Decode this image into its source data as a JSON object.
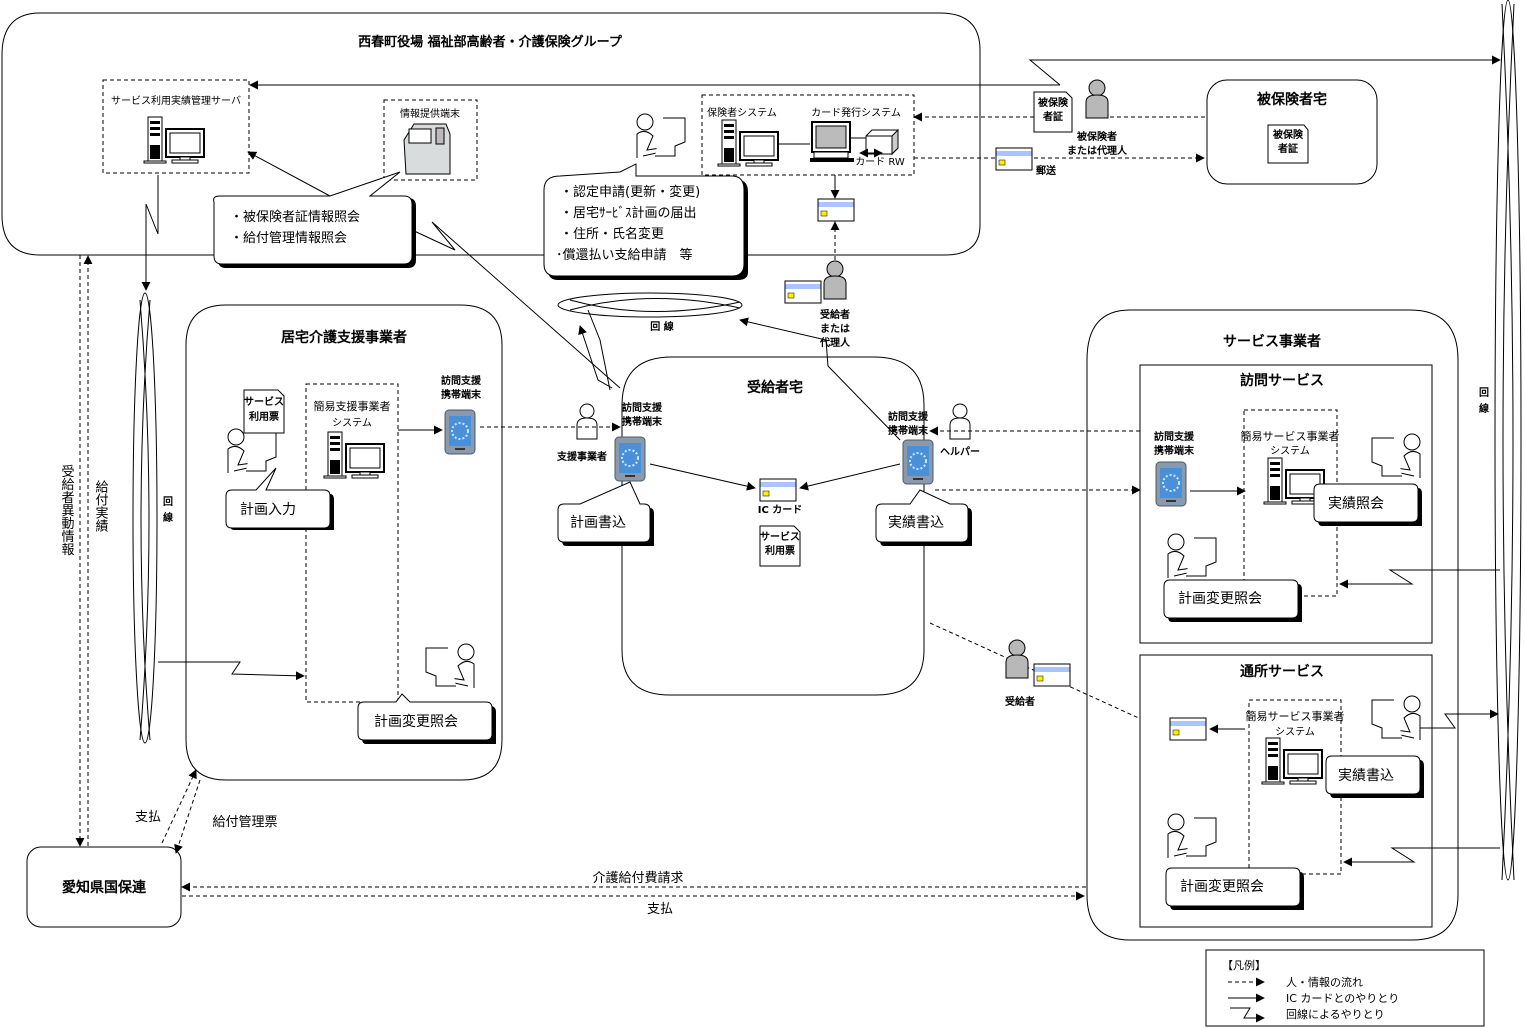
{
  "regions": {
    "town_office": "西春町役場 福祉部高齢者・介護保険グループ",
    "insured_home": "被保険者宅",
    "care_support": "居宅介護支援事業者",
    "recipient_home": "受給者宅",
    "service_provider": "サービス事業者",
    "visit_service": "訪問サービス",
    "day_service": "通所サービス",
    "kokuhoren": "愛知県国保連"
  },
  "systems": {
    "usage_server": "サービス利用実績管理サーバ",
    "info_terminal": "情報提供端末",
    "insurer_system": "保険者システム",
    "card_issue_system": "カード発行システム",
    "card_rw": "カード RW",
    "simple_support_system_l1": "簡易支援事業者",
    "simple_support_system_l2": "システム",
    "simple_service_system_l1": "簡易サービス事業者",
    "simple_service_system_l2": "システム",
    "handheld_l1": "訪問支援",
    "handheld_l2": "携帯端末"
  },
  "callouts": {
    "inquiry": [
      "・被保険者証情報照会",
      "・給付管理情報照会"
    ],
    "applications": [
      "・認定申請(更新・変更)",
      "・居宅ｻｰﾋﾞｽ計画の届出",
      "・住所・氏名変更",
      "･償還払い支給申請　等"
    ],
    "plan_input": "計画入力",
    "plan_change_inquiry": "計画変更照会",
    "plan_write": "計画書込",
    "result_write": "実績書込",
    "result_inquiry": "実績照会"
  },
  "documents": {
    "insurance_card_l1": "被保険",
    "insurance_card_l2": "者証",
    "service_slip_l1": "サービス",
    "service_slip_l2": "利用票"
  },
  "people": {
    "insured_l1": "被保険者",
    "insured_l2": "または代理人",
    "recipient_proxy": [
      "受給者",
      "または",
      "代理人"
    ],
    "care_manager": "支援事業者",
    "helper": "ヘルパー",
    "recipient": "受給者"
  },
  "labels": {
    "ic_card": "IC カード",
    "mail": "郵送",
    "line": "回 線",
    "line_v1": "回",
    "line_v2": "線",
    "recipient_change_info": "受給者異動情報",
    "benefit_results": "給付実績",
    "payment": "支払",
    "benefit_mgmt_slip": "給付管理票",
    "care_claim": "介護給付費請求",
    "payment2": "支払"
  },
  "legend": {
    "title": "【凡例】",
    "items": [
      {
        "style": "dashed-arrow",
        "label": "人・情報の流れ"
      },
      {
        "style": "solid-arrow",
        "label": "IC カードとのやりとり"
      },
      {
        "style": "zigzag-arrow",
        "label": "回線によるやりとり"
      }
    ]
  },
  "colors": {
    "card_stripe": "#aac4ff",
    "card_chip": "#ffee00",
    "person_gray": "#b8b8b8",
    "device_screen": "#4a90d8"
  }
}
